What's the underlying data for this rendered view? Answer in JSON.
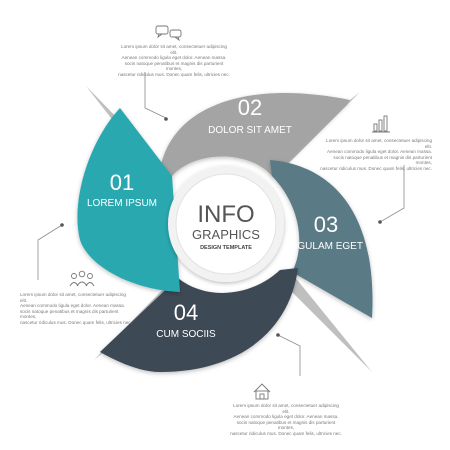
{
  "center": {
    "title": "INFO",
    "subtitle": "GRAPHICS",
    "tagline": "DESIGN TEMPLATE"
  },
  "colors": {
    "teal": "#2aa8b0",
    "gray": "#a4a4a4",
    "slate": "#5a7a86",
    "dark": "#3c4a54",
    "line": "#8a8a8a",
    "text": "#7a7a7a"
  },
  "segments": [
    {
      "number": "01",
      "label": "LOREM IPSUM"
    },
    {
      "number": "02",
      "label": "DOLOR SIT AMET"
    },
    {
      "number": "03",
      "label": "LIGULAM EGET"
    },
    {
      "number": "04",
      "label": "CUM SOCIIS"
    }
  ],
  "notes": [
    {
      "icon": "chat-bubbles-icon",
      "lines": [
        "Lorem ipsum dolor sit amet, consectetuer adipiscing elit.",
        "Aenean commodo ligula eget dolor. Aenean massa.",
        "socis natoque penatibus et magnis dis parturient montes,",
        "nascetur ridiculus mus. Donec quam felis, ultricies nec."
      ]
    },
    {
      "icon": "bar-chart-icon",
      "lines": [
        "Lorem ipsum dolor sit amet, consectetuer adipiscing elit.",
        "Aenean commodo ligula eget dolor. Aenean massa.",
        "socis natoque penatibus et magnis dis parturient montes,",
        "nascetur ridiculus mus. Donec quam felis, ultricies nec."
      ]
    },
    {
      "icon": "people-icon",
      "lines": [
        "Lorem ipsum dolor sit amet, consectetuer adipiscing elit.",
        "Aenean commodo ligula eget dolor. Aenean massa.",
        "socis natoque penatibus et magnis dis parturient montes,",
        "nascetur ridiculus mus. Donec quam felis, ultricies nec."
      ]
    },
    {
      "icon": "house-icon",
      "lines": [
        "Lorem ipsum dolor sit amet, consectetuer adipiscing elit.",
        "Aenean commodo ligula eget dolor. Aenean massa.",
        "socis natoque penatibus et magnis dis parturient montes,",
        "nascetur ridiculus mus. Donec quam felis, ultricies nec."
      ]
    }
  ]
}
